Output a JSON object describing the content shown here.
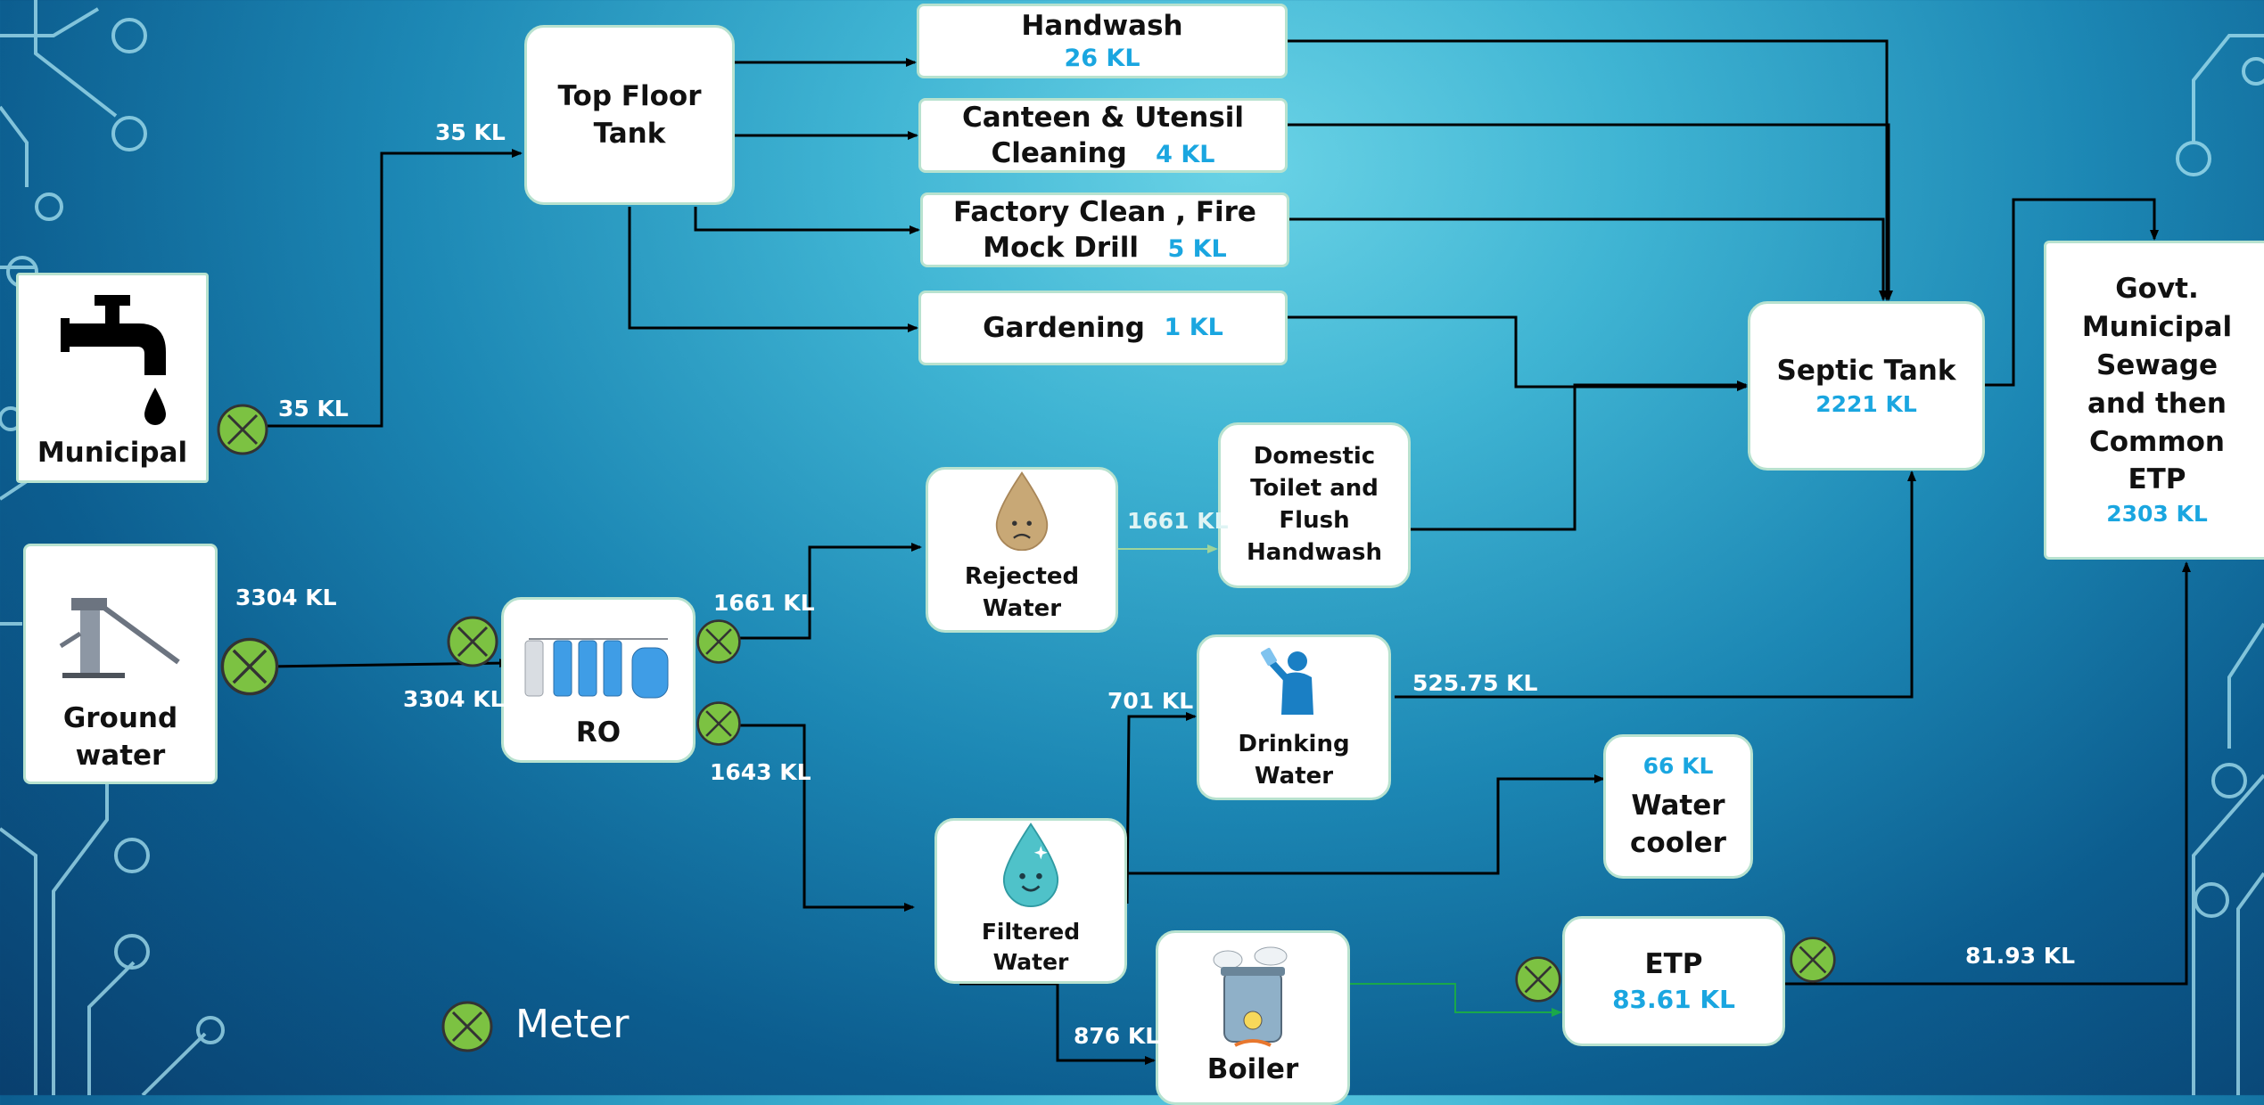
{
  "nodes": {
    "municipal": "Municipal",
    "groundwater": [
      "Ground",
      "water"
    ],
    "top_floor_tank": [
      "Top Floor",
      "Tank"
    ],
    "handwash": {
      "name": "Handwash",
      "volume": "26 KL"
    },
    "canteen": {
      "name1": "Canteen & Utensil",
      "name2": "Cleaning",
      "volume": "4 KL"
    },
    "factory": {
      "name1": "Factory Clean , Fire",
      "name2": "Mock Drill",
      "volume": "5 KL"
    },
    "gardening": {
      "name": "Gardening",
      "volume": "1 KL"
    },
    "ro": "RO",
    "rejected_water": [
      "Rejected",
      "Water"
    ],
    "domestic": [
      "Domestic",
      "Toilet and",
      "Flush",
      "Handwash"
    ],
    "septic": {
      "name": "Septic Tank",
      "volume": "2221 KL"
    },
    "govt": {
      "lines": [
        "Govt.",
        "Municipal",
        "Sewage",
        "and then",
        "Common",
        "ETP"
      ],
      "volume": "2303 KL"
    },
    "drinking": [
      "Drinking",
      "Water"
    ],
    "water_cooler": {
      "volume": "66 KL",
      "lines": [
        "Water",
        "cooler"
      ]
    },
    "filtered": [
      "Filtered",
      "Water"
    ],
    "boiler": "Boiler",
    "etp": {
      "name": "ETP",
      "volume": "83.61 KL"
    }
  },
  "flows": {
    "municipal_out": "35 KL",
    "to_tank": "35 KL",
    "ground_out": "3304 KL",
    "ro_in": "3304 KL",
    "rejected": "1661 KL",
    "to_domestic": "1661 KL",
    "filtered": "1643 KL",
    "to_drinking": "701 KL",
    "drinking_out": "525.75 KL",
    "to_boiler": "876 KL",
    "etp_out": "81.93 KL"
  },
  "legend": {
    "label": "Meter"
  },
  "colors": {
    "box_border": "#b8e2cf",
    "volume_text": "#1aa6e0",
    "meter_fill": "#7cc242",
    "boiler_line": "#1aa84a"
  }
}
